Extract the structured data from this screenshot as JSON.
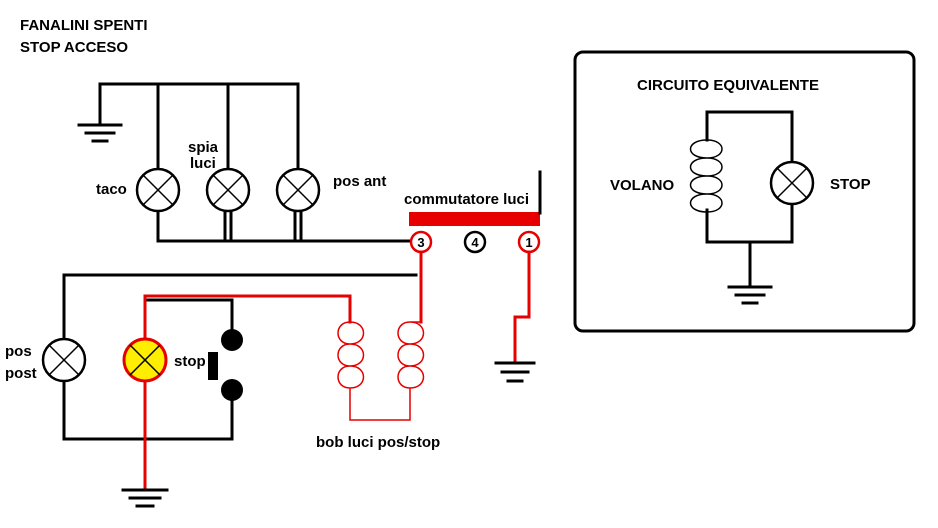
{
  "title_line1": "FANALINI SPENTI",
  "title_line2": "STOP ACCESO",
  "labels": {
    "taco": "taco",
    "spia_line1": "spia",
    "spia_line2": "luci",
    "pos_ant": "pos ant",
    "commutatore": "commutatore luci",
    "pos_post_line1": "pos",
    "pos_post_line2": "post",
    "stop_switch": "stop",
    "bob": "bob luci pos/stop"
  },
  "terminals": [
    "3",
    "4",
    "1"
  ],
  "equivalent": {
    "title": "CIRCUITO EQUIVALENTE",
    "volano": "VOLANO",
    "stop": "STOP"
  },
  "colors": {
    "wire": "#000000",
    "active_wire": "#e60000",
    "lit_lamp": "#ffee00"
  }
}
